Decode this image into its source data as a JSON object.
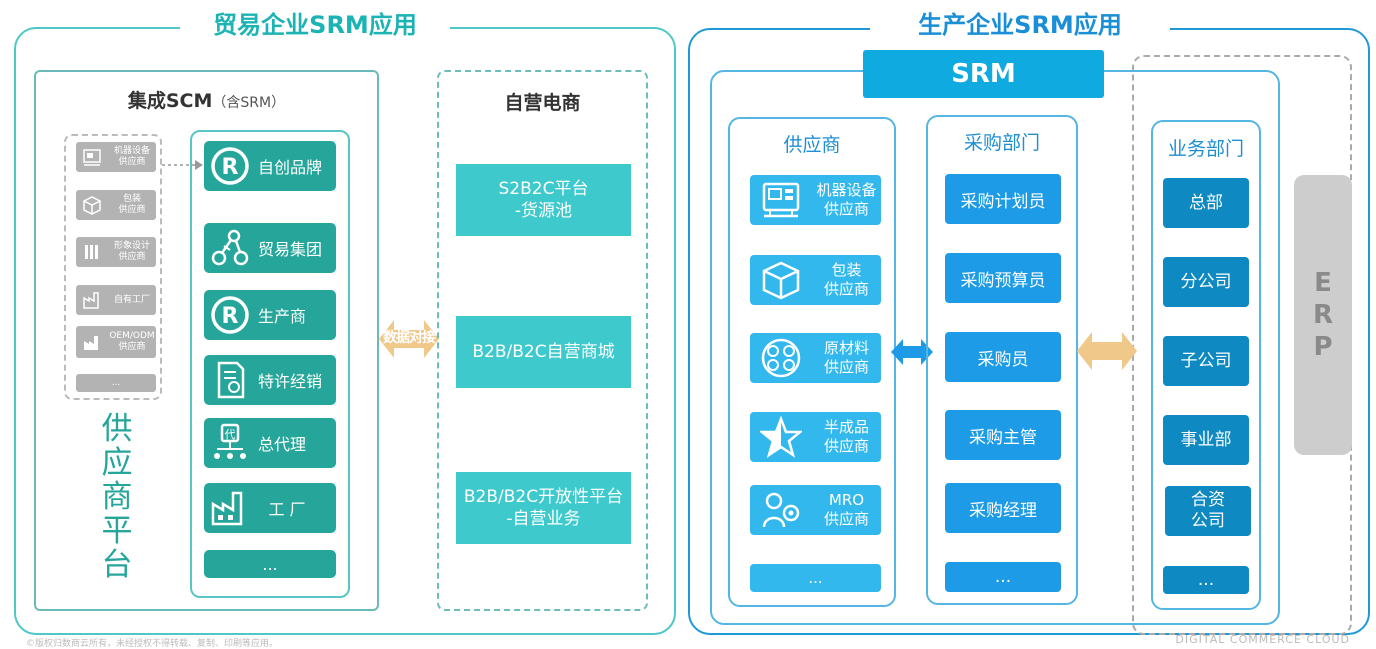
{
  "left_panel": {
    "title": "贸易企业SRM应用",
    "scm": {
      "title": "集成SCM",
      "subtitle": "（含SRM）",
      "suppliers": [
        {
          "label": "机器设备\n供应商",
          "icon": "machine-icon"
        },
        {
          "label": "包装\n供应商",
          "icon": "box-icon"
        },
        {
          "label": "形象设计\n供应商",
          "icon": "design-icon"
        },
        {
          "label": "自有工厂",
          "icon": "factory-icon"
        },
        {
          "label": "OEM/ODM\n供应商",
          "icon": "oem-factory-icon"
        },
        {
          "label": "...",
          "icon": ""
        }
      ],
      "vertical_label": "供\n应\n商\n平\n台",
      "types": [
        {
          "label": "自创品牌",
          "icon": "registered-icon"
        },
        {
          "label": "贸易集团",
          "icon": "network-icon"
        },
        {
          "label": "生产商",
          "icon": "registered-icon"
        },
        {
          "label": "特许经销",
          "icon": "certificate-icon"
        },
        {
          "label": "总代理",
          "icon": "agent-icon"
        },
        {
          "label": "工 厂",
          "icon": "factory-icon"
        },
        {
          "label": "...",
          "icon": ""
        }
      ]
    },
    "arrow_label": "数据对接",
    "ecommerce": {
      "title": "自营电商",
      "items": [
        "S2B2C平台\n-货源池",
        "B2B/B2C自营商城",
        "B2B/B2C开放性平台\n-自营业务"
      ]
    }
  },
  "right_panel": {
    "title": "生产企业SRM应用",
    "srm_label": "SRM",
    "suppliers": {
      "title": "供应商",
      "items": [
        {
          "label": "机器设备\n供应商",
          "icon": "machine-icon"
        },
        {
          "label": "包装\n供应商",
          "icon": "box-icon"
        },
        {
          "label": "原材料\n供应商",
          "icon": "materials-icon"
        },
        {
          "label": "半成品\n供应商",
          "icon": "star-icon"
        },
        {
          "label": "MRO\n供应商",
          "icon": "mro-icon"
        },
        {
          "label": "...",
          "icon": ""
        }
      ]
    },
    "purchasing": {
      "title": "采购部门",
      "items": [
        "采购计划员",
        "采购预算员",
        "采购员",
        "采购主管",
        "采购经理",
        "..."
      ]
    },
    "business": {
      "title": "业务部门",
      "items": [
        "总部",
        "分公司",
        "子公司",
        "事业部",
        "合资\n公司",
        "..."
      ]
    },
    "erp_label": "E\nR\nP"
  },
  "footer": {
    "copyright": "©版权归数商云所有，未经授权不得转载、复制、印刷等应用。",
    "brand": "DIGITAL COMMERCE CLOUD"
  },
  "colors": {
    "teal": "#26a69a",
    "cyan": "#3ec9cc",
    "blue": "#1d9be6",
    "dark_blue": "#0e89c2",
    "gray": "#b3b3b3",
    "orange": "#f0c88a"
  }
}
